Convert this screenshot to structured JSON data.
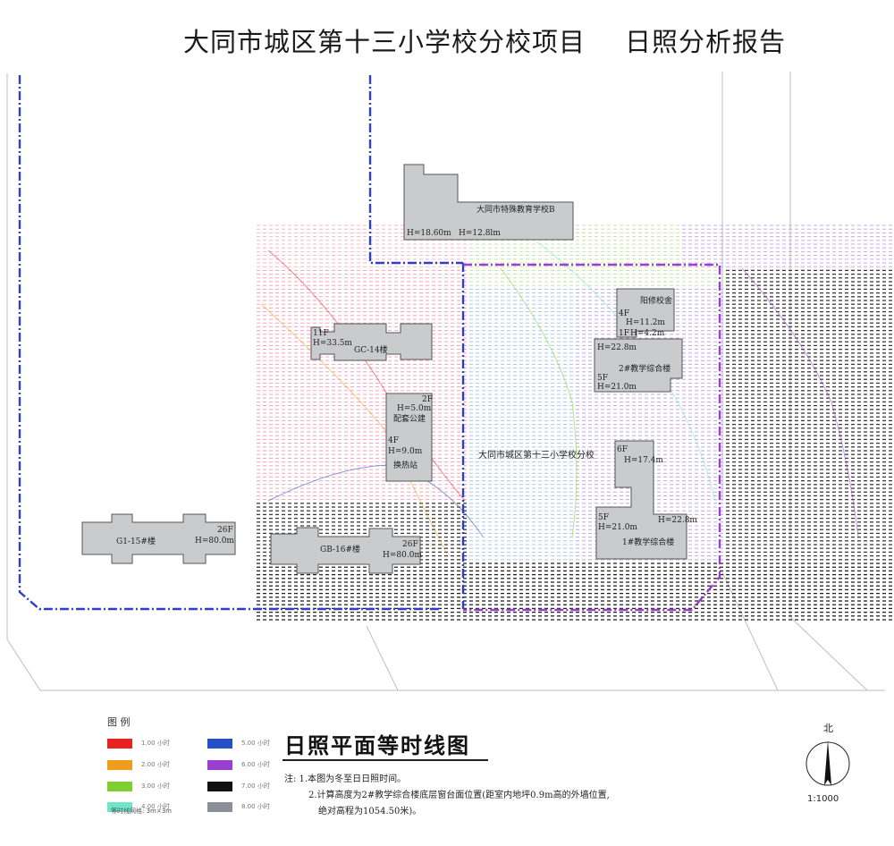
{
  "title": {
    "project": "大同市城区第十三小学校分校项目",
    "report": "日照分析报告"
  },
  "buildings": {
    "special_school": {
      "name": "大同市特殊教育学校B",
      "height_left": "H=18.60m",
      "height_right": "H=12.8lm"
    },
    "g1_14": {
      "floors": "11F",
      "height": "H=33.5m",
      "name": "GC-14楼"
    },
    "supporting": {
      "floors_top": "2F",
      "height_top": "H=5.0m",
      "name_top": "配套公建",
      "floors_mid": "4F",
      "height_mid": "H=9.0m",
      "name_bottom": "换热站"
    },
    "g1_15": {
      "name": "G1-15#楼",
      "floors": "26F",
      "height": "H=80.0m"
    },
    "g1_16": {
      "name": "GB-16#楼",
      "floors": "26F",
      "height": "H=80.0m"
    },
    "repair_school": {
      "name": "阳修校舍",
      "floors_a": "4F",
      "height_a": "H=11.2m",
      "floors_b": "1F",
      "height_b": "H=4.2m"
    },
    "teaching_2": {
      "height_top": "H=22.8m",
      "name": "2#教学综合楼",
      "floors": "5F",
      "height_bottom": "H=21.0m"
    },
    "school_branch": {
      "name": "大同市城区第十三小学校分校"
    },
    "teaching_1": {
      "floors_top": "6F",
      "height_top": "H=17.4m",
      "floors_a": "5F",
      "height_a": "H=21.0m",
      "height_b": "H=22.8m",
      "name": "1#教学综合楼"
    }
  },
  "legend": {
    "title": "图 例",
    "items": [
      {
        "color": "#e8231f",
        "text": "1.00 小时"
      },
      {
        "color": "#f29c1e",
        "text": "2.00 小时"
      },
      {
        "color": "#7fcf2f",
        "text": "3.00 小时"
      },
      {
        "color": "#6fe6c8",
        "text": "4.00 小时"
      },
      {
        "color": "#2550c8",
        "text": "5.00 小时"
      },
      {
        "color": "#9a3fd2",
        "text": "6.00 小时"
      },
      {
        "color": "#111111",
        "text": "7.00 小时"
      },
      {
        "color": "#8a9096",
        "text": "8.00 小时"
      }
    ],
    "grid_spacing": "等时线网格: 3m×3m"
  },
  "heading": "日照平面等时线图",
  "notes": {
    "line1": "注: 1.本图为冬至日日照时间。",
    "line2": "2.计算高度为2#教学综合楼底层窗台面位置(距室内地坪0.9m高的外墙位置,",
    "line3": "绝对高程为1054.50米)。"
  },
  "compass": {
    "north": "北",
    "scale": "1:1000"
  },
  "colors": {
    "blue_boundary": "#2f3ec8",
    "purple_boundary": "#9b3fd0",
    "building_fill": "#c9cbcd"
  }
}
